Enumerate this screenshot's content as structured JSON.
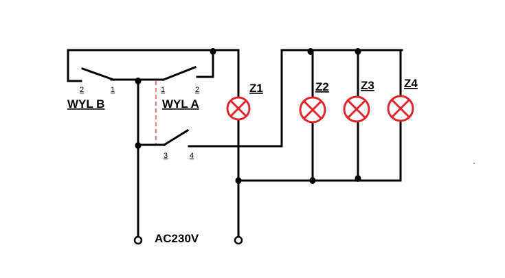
{
  "labels": {
    "switch_b": "WYL B",
    "switch_a": "WYL A",
    "supply": "AC230V",
    "lamps": [
      "Z1",
      "Z2",
      "Z3",
      "Z4"
    ],
    "terminals": {
      "b_t2": "2",
      "b_t1": "1",
      "a_t1": "1",
      "a_t2": "2",
      "a_t3": "3",
      "a_t4": "4"
    }
  },
  "colors": {
    "wire": "#000000",
    "lamp": "#e0242b",
    "mechanical_link": "#e0242b",
    "background": "#ffffff"
  }
}
